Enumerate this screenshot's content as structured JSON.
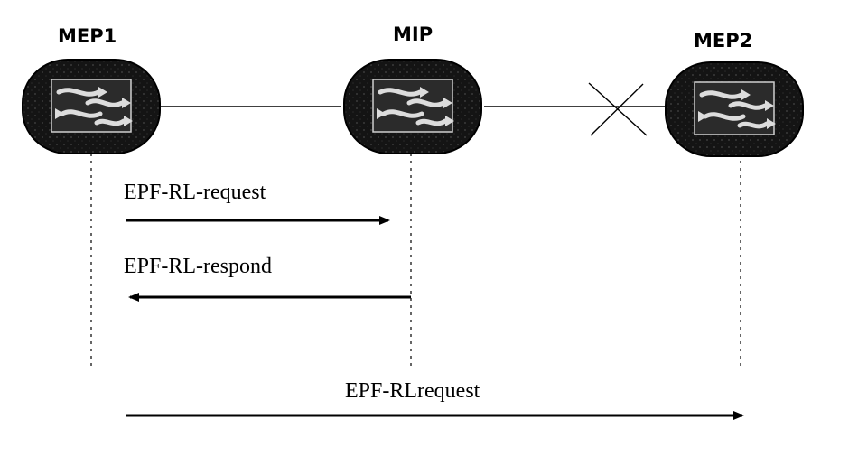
{
  "nodes": [
    {
      "id": "mep1",
      "label": "MEP1"
    },
    {
      "id": "mip",
      "label": "MIP"
    },
    {
      "id": "mep2",
      "label": "MEP2"
    }
  ],
  "links": [
    {
      "from": "MEP1",
      "to": "MIP",
      "status": "up"
    },
    {
      "from": "MIP",
      "to": "MEP2",
      "status": "broken"
    }
  ],
  "messages": [
    {
      "label": "EPF-RL-request",
      "from": "MEP1",
      "to": "MIP"
    },
    {
      "label": "EPF-RL-respond",
      "from": "MIP",
      "to": "MEP1"
    },
    {
      "label": "EPF-RLrequest",
      "from": "MEP1",
      "to": "MEP2"
    }
  ],
  "colors": {
    "stroke": "#000000",
    "router_body": "#111111",
    "router_symbol": "#d8d8d8"
  },
  "icons": {
    "router": "router-icon",
    "link_break": "link-break-cross-icon"
  }
}
